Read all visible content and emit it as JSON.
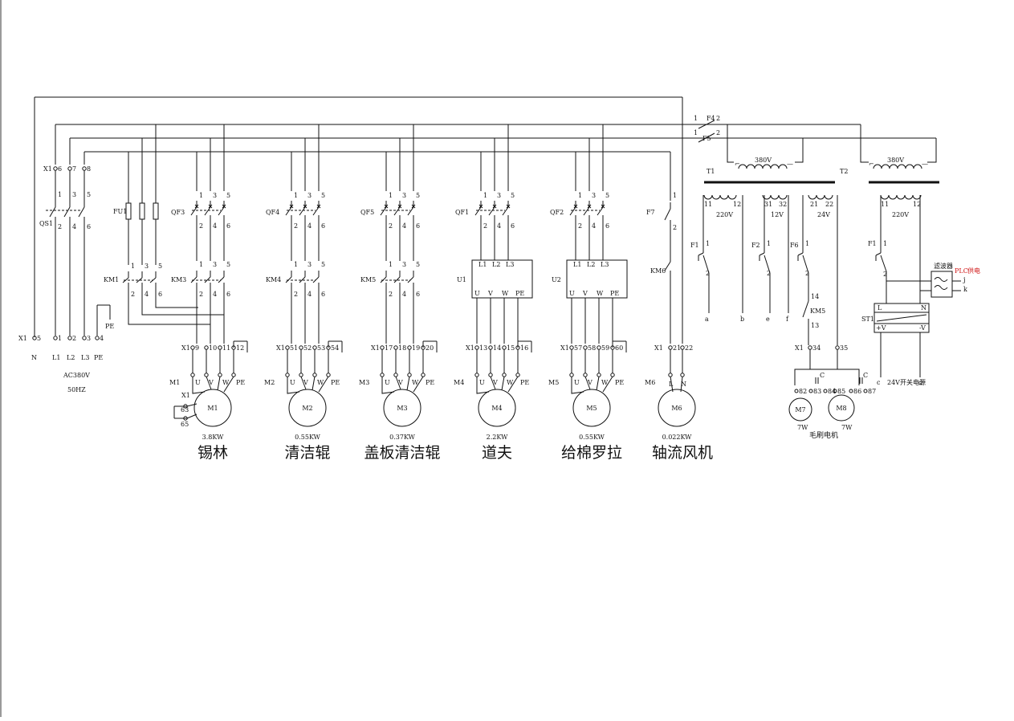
{
  "supply": {
    "terminal_numbers": [
      "6",
      "7",
      "8"
    ],
    "qs_label": "QS1",
    "qs_contacts_top": [
      "1",
      "3",
      "5"
    ],
    "qs_contacts_bottom": [
      "2",
      "4",
      "6"
    ],
    "bottom_terminals": [
      "5",
      "1",
      "2",
      "3",
      "4"
    ],
    "phases": [
      "N",
      "L1",
      "L2",
      "L3",
      "PE"
    ],
    "pe_label": "PE",
    "voltage": "AC380V",
    "frequency": "50HZ",
    "x1_label": "X1"
  },
  "fu1_label": "FU1",
  "km1_label": "KM1",
  "motor_branches": [
    {
      "qf": "QF3",
      "km": "KM3",
      "terminals": [
        "9",
        "10",
        "11",
        "12"
      ],
      "motor_tag": "M1",
      "motor": "M1",
      "power": "3.8KW",
      "name": "锡林",
      "extra": [
        "63",
        "65"
      ]
    },
    {
      "qf": "QF4",
      "km": "KM4",
      "terminals": [
        "51",
        "52",
        "53",
        "54"
      ],
      "motor_tag": "M2",
      "motor": "M2",
      "power": "0.55KW",
      "name": "清洁辊"
    },
    {
      "qf": "QF5",
      "km": "KM5",
      "terminals": [
        "17",
        "18",
        "19",
        "20"
      ],
      "motor_tag": "M3",
      "motor": "M3",
      "power": "0.37KW",
      "name": "盖板清洁辊"
    }
  ],
  "vfd_branches": [
    {
      "qf": "QF1",
      "vfd": "U1",
      "inputs": [
        "L1",
        "L2",
        "L3"
      ],
      "outputs": [
        "U",
        "V",
        "W",
        "PE"
      ],
      "terminals": [
        "13",
        "14",
        "15",
        "16"
      ],
      "motor_tag": "M4",
      "motor": "M4",
      "power": "2.2KW",
      "name": "道夫"
    },
    {
      "qf": "QF2",
      "vfd": "U2",
      "inputs": [
        "L1",
        "L2",
        "L3"
      ],
      "outputs": [
        "U",
        "V",
        "W",
        "PE"
      ],
      "terminals": [
        "57",
        "58",
        "59",
        "60"
      ],
      "motor_tag": "M5",
      "motor": "M5",
      "power": "0.55KW",
      "name": "给棉罗拉"
    }
  ],
  "fan_branch": {
    "fuse": "F7",
    "km": "KM6",
    "contacts": [
      "1",
      "2"
    ],
    "terminals": [
      "21",
      "22"
    ],
    "motor_tag": "M6",
    "motor": "M6",
    "power": "0.022KW",
    "name": "轴流风机",
    "leads": [
      "L",
      "N"
    ]
  },
  "motor_leads": [
    "U",
    "V",
    "W",
    "PE"
  ],
  "contact_numbers_top": [
    "1",
    "3",
    "5"
  ],
  "contact_numbers_bottom": [
    "2",
    "4",
    "6"
  ],
  "f4": {
    "label": "F4",
    "pins": [
      "1",
      "2"
    ]
  },
  "f5": {
    "label": "F5",
    "pins": [
      "1",
      "2"
    ]
  },
  "t1": {
    "label": "T1",
    "primary": "380V",
    "secondaries": [
      {
        "pins": [
          "11",
          "12"
        ],
        "voltage": "220V"
      },
      {
        "pins": [
          "31",
          "32"
        ],
        "voltage": "12V"
      },
      {
        "pins": [
          "21",
          "22"
        ],
        "voltage": "24V"
      }
    ]
  },
  "t2": {
    "label": "T2",
    "primary": "380V",
    "secondary_pins": [
      "11",
      "12"
    ],
    "secondary_voltage": "220V"
  },
  "aux_fuses": [
    {
      "label": "F1",
      "pins": [
        "1",
        "2"
      ],
      "out": "a",
      "ret": "b"
    },
    {
      "label": "F2",
      "pins": [
        "1",
        "2"
      ],
      "out": "e",
      "ret": "f"
    },
    {
      "label": "F6",
      "pins": [
        "1",
        "2"
      ]
    }
  ],
  "km5_aux": {
    "label": "KM5",
    "pins": [
      "14",
      "13"
    ]
  },
  "brush": {
    "x1": "X1",
    "terminals": [
      "34",
      "35"
    ],
    "m7": {
      "label": "M7",
      "pins": [
        "82",
        "83",
        "84"
      ],
      "power": "7W"
    },
    "m8": {
      "label": "M8",
      "pins": [
        "85",
        "86",
        "87"
      ],
      "power": "7W"
    },
    "cap": "C",
    "name": "毛刷电机"
  },
  "t2_side": {
    "fuse": "F1",
    "fuse_pins": [
      "1",
      "2"
    ],
    "filter": "滤波器",
    "plc": "PLC",
    "plc_suffix": "供电",
    "plc_terms": [
      "j",
      "k"
    ],
    "psu": "ST1",
    "psu_in": [
      "L",
      "N"
    ],
    "psu_out": [
      "+V",
      "-V"
    ],
    "psu_terms": [
      "c",
      "d"
    ],
    "psu_name": "24V开关电源"
  },
  "colors": {
    "line": "#111111",
    "accent": "#d01818"
  }
}
